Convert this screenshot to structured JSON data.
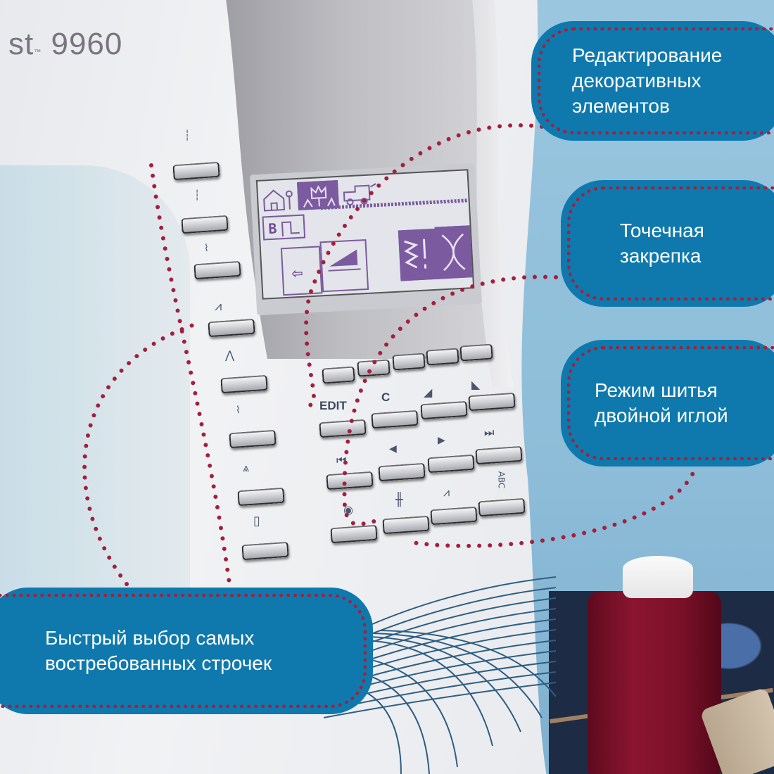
{
  "product": {
    "model_label": "st",
    "trademark": "™",
    "model_number": "9960"
  },
  "colors": {
    "callout_bg": "#0f79ad",
    "dot_color": "#a31f3c",
    "background": "#94c2dc",
    "lcd_accent": "#7b5aa0",
    "button_label": "#3f4860"
  },
  "callouts": [
    {
      "id": "decorative-editing",
      "lines": [
        "Редактирование",
        "декоративных",
        "элементов"
      ]
    },
    {
      "id": "spot-tack",
      "lines": [
        "Точечная",
        "закрепка"
      ]
    },
    {
      "id": "twin-needle",
      "lines": [
        "Режим шитья",
        "двойной иглой"
      ]
    },
    {
      "id": "quick-select",
      "lines": [
        "Быстрый выбор самых",
        "востребованных строчек"
      ]
    }
  ],
  "lcd": {
    "icons": [
      "house-icon",
      "tulip-icon",
      "train-icon",
      "font-b-icon",
      "back-arrow-icon",
      "stitch-width-icon",
      "spot-tack-icon",
      "twin-needle-icon"
    ],
    "font_letter": "B"
  },
  "control_panel": {
    "labels": {
      "edit": "EDIT",
      "clear": "C",
      "abc": "ABC"
    },
    "icons": {
      "pattern_start": "⏮",
      "left": "◀",
      "right": "▶",
      "pattern_end": "⏭",
      "mirror_left": "◢",
      "mirror_right": "◣",
      "stop": "◉",
      "twin_needle": "╫",
      "tack": "⩘"
    }
  },
  "stitch_buttons": [
    {
      "icon": "straight-stitch-center-icon",
      "glyph": "┆"
    },
    {
      "icon": "straight-stitch-left-icon",
      "glyph": "┆"
    },
    {
      "icon": "straight-stitch-reinforced-icon",
      "glyph": "⌇"
    },
    {
      "icon": "zigzag-stitch-icon",
      "glyph": "⩘"
    },
    {
      "icon": "blind-hem-stitch-icon",
      "glyph": "⋀"
    },
    {
      "icon": "satin-stitch-icon",
      "glyph": "⌇"
    },
    {
      "icon": "overlock-stitch-icon",
      "glyph": "⩓"
    },
    {
      "icon": "buttonhole-icon",
      "glyph": "▯"
    }
  ]
}
